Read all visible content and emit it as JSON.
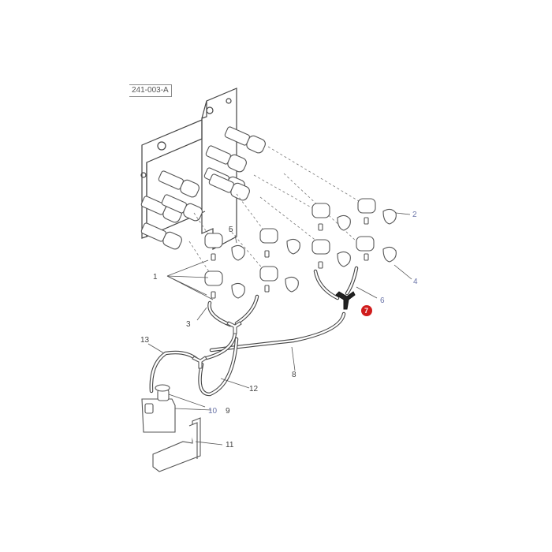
{
  "diagram": {
    "ref_code": "241-003-A",
    "highlighted_callout": "7",
    "highlight_color": "#d01c1c",
    "callouts": [
      {
        "id": "1",
        "label": "1"
      },
      {
        "id": "2",
        "label": "2"
      },
      {
        "id": "3",
        "label": "3"
      },
      {
        "id": "4",
        "label": "4"
      },
      {
        "id": "5",
        "label": "5"
      },
      {
        "id": "6",
        "label": "6"
      },
      {
        "id": "8",
        "label": "8"
      },
      {
        "id": "9",
        "label": "9"
      },
      {
        "id": "10",
        "label": "10"
      },
      {
        "id": "11",
        "label": "11"
      },
      {
        "id": "12",
        "label": "12"
      },
      {
        "id": "13",
        "label": "13"
      }
    ]
  }
}
